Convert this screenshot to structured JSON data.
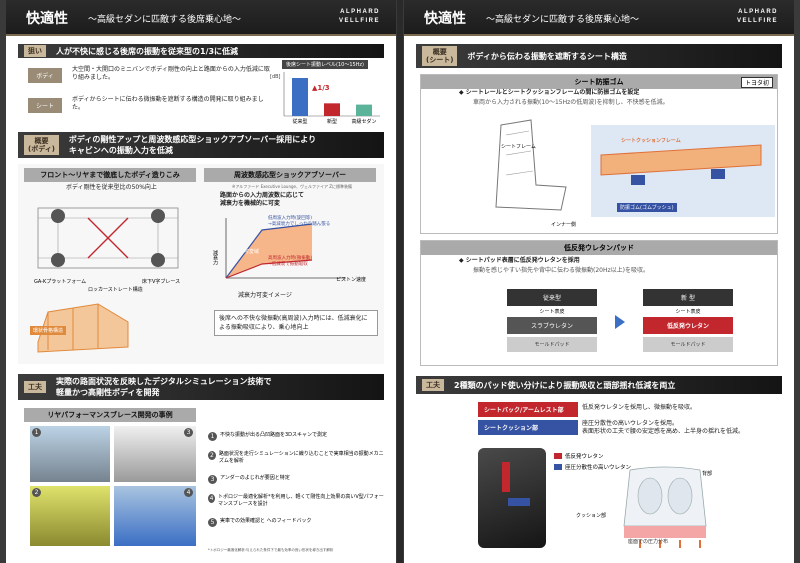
{
  "header": {
    "title": "快適性",
    "subtitle": "〜高級セダンに匹敵する後席乗心地〜",
    "logo_line1": "ALPHARD",
    "logo_line2": "VELLFIRE"
  },
  "left": {
    "aim": {
      "tag": "狙い",
      "text": "人が不快に感じる後席の振動を従来型の1/3に低減"
    },
    "body_row": {
      "label": "ボディ",
      "text": "大空間・大開口のミニバンでボディ剛性の向上と路面からの入力低減に取り組みました。"
    },
    "seat_row": {
      "label": "シート",
      "text": "ボディからシートに伝わる微振動を遮断する構造の開発に取り組みました。"
    },
    "mini_chart": {
      "title": "後席シート振動レベル(10〜15Hz)",
      "ylabel": "[dB]",
      "ratio_label": "▲1/3"
    },
    "chart_data": {
      "type": "bar",
      "categories": [
        "従来型",
        "新型",
        "高級セダン"
      ],
      "values": [
        3.0,
        1.0,
        0.9
      ],
      "colors": [
        "#3b6fc4",
        "#c1272d",
        "#5bb49a"
      ],
      "title": "後席シート振動レベル(10〜15Hz)",
      "ylabel": "[dB]"
    },
    "overview": {
      "tag_line1": "概要",
      "tag_line2": "(ボディ)",
      "text_line1": "ボディの剛性アップと周波数感応型ショックアブソーバー採用により",
      "text_line2": "キャビンへの振動入力を低減"
    },
    "frontrear": {
      "title": "フロント〜リヤまで徹底したボディ造りこみ",
      "caption": "ボディ剛性を従来型比の50%向上",
      "label_ga": "GA-Kプラットフォーム",
      "label_v": "床下V字ブレース",
      "label_rocker": "ロッカーストレート構造",
      "label_ring": "環状骨格構造"
    },
    "shock": {
      "title": "周波数感応型ショックアブソーバー",
      "note": "※アルファード Executive Lounge、ヴェルファイア Zに標準装備",
      "desc_line1": "路面からの入力周波数に応じて",
      "desc_line2": "減衰力を機械的に可変",
      "label_low": "低周波入力時(旋回等)",
      "label_low_sub": "→高減衰力でしっかり踏ん張る",
      "label_high": "高周波入力時(微振動)",
      "label_high_sub": "→低減衰で振動吸収",
      "label_variable": "可変域",
      "ylabel": "減衰力",
      "xlabel": "ピストン速度",
      "caption": "減衰力可変イメージ",
      "summary": "後席への不快な微振動(高周波)入力時には、低減衰化による振動吸収により、乗心地向上"
    },
    "tech": {
      "tag": "工夫",
      "text_line1": "実際の路面状況を反映したデジタルシミュレーション技術で",
      "text_line2": "軽量かつ高剛性ボディを開発"
    },
    "rear_brace": {
      "title": "リヤパフォーマンスブレース開発の事例"
    },
    "steps": [
      {
        "num": "1",
        "text": "不快な振動が出る凸凹路面を3Dスキャンで測定"
      },
      {
        "num": "2",
        "text": "路面状況を走行シミュレーションに織り込むことで実車相当の振動メカニズムを解析"
      },
      {
        "num": "3",
        "text": "アンダーのよじれが要因と特定"
      },
      {
        "num": "4",
        "text": "トポロジー最適化解析*を利用し、軽くて剛性向上効果の高いV型パフォーマンスブレースを設計"
      },
      {
        "num": "5",
        "text": "実車での効果確認と    へのフィードバック"
      }
    ],
    "footnote": "*トポロジー最適化解析:与えられた条件下で最も効率の良い形状を導き出す解析"
  },
  "right": {
    "overview": {
      "tag_line1": "概要",
      "tag_line2": "(シート)",
      "text": "ボディから伝わる振動を遮断するシート構造"
    },
    "seat_rubber": {
      "title": "シート防振ゴム",
      "badge": "トヨタ初",
      "bullet": "シートレールとシートクッションフレームの間に防振ゴムを設定",
      "desc": "車両から入力される振動(10〜15Hzの低周波)を抑制し、不快感を低減。",
      "label_frame": "シートフレーム",
      "label_cushion": "シートクッションフレーム",
      "label_rubber": "防振ゴム(ゴムブッシュ)",
      "label_inner": "インナー側"
    },
    "pad": {
      "title": "低反発ウレタンパッド",
      "bullet": "シートパッド表層に低反発ウレタンを採用",
      "desc": "振動を感じやすい指先や背中に伝わる微振動(20Hz以上)を吸収。",
      "old_label": "従来型",
      "new_label": "新 型",
      "surface": "シート表皮",
      "old_slab": "スラブウレタン",
      "new_slab": "低反発ウレタン",
      "mold": "モールドパッド"
    },
    "tech": {
      "tag": "工夫",
      "text": "2種類のパッド使い分けにより振動吸収と頭部揺れ低減を両立"
    },
    "back_arm": {
      "label": "シートバック/アームレスト部",
      "text": "低反発ウレタンを採用し、微振動を吸収。"
    },
    "cushion": {
      "label": "シートクッション部",
      "text_line1": "座圧分散性の高いウレタンを採用。",
      "text_line2": "表面形状の工夫で腰の安定感を高め、上半身の揺れを低減。"
    },
    "legend": [
      {
        "label": "低反発ウレタン",
        "color": "#c1272d"
      },
      {
        "label": "座圧分散性の高いウレタン",
        "color": "#3552a3"
      }
    ],
    "label_back": "背部",
    "label_cushion": "クッション部",
    "label_pressure": "座面での圧力分布"
  }
}
